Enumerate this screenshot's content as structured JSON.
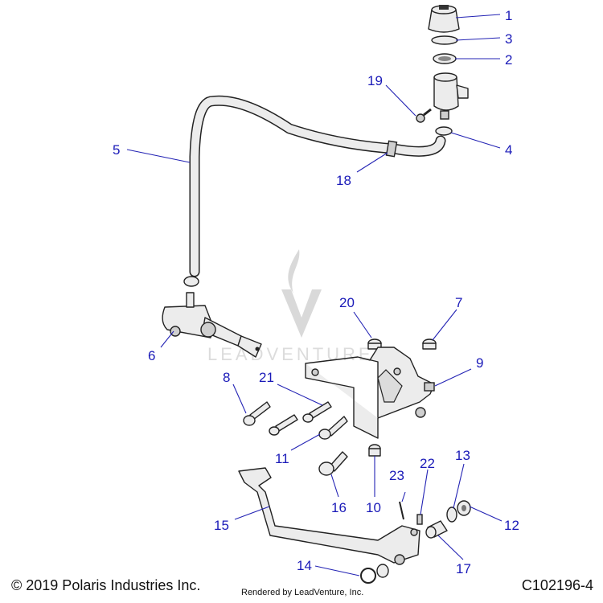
{
  "footer": {
    "copyright": "© 2019 Polaris Industries Inc.",
    "rendered": "Rendered by LeadVenture, Inc.",
    "diagram_code": "C102196-4"
  },
  "watermark": {
    "text": "LEADVENTURE"
  },
  "callouts": [
    {
      "id": "c1",
      "label": "1"
    },
    {
      "id": "c2",
      "label": "2"
    },
    {
      "id": "c3",
      "label": "3"
    },
    {
      "id": "c4",
      "label": "4"
    },
    {
      "id": "c5",
      "label": "5"
    },
    {
      "id": "c6",
      "label": "6"
    },
    {
      "id": "c7",
      "label": "7"
    },
    {
      "id": "c8",
      "label": "8"
    },
    {
      "id": "c9",
      "label": "9"
    },
    {
      "id": "c10",
      "label": "10"
    },
    {
      "id": "c11",
      "label": "11"
    },
    {
      "id": "c12",
      "label": "12"
    },
    {
      "id": "c13",
      "label": "13"
    },
    {
      "id": "c14",
      "label": "14"
    },
    {
      "id": "c15",
      "label": "15"
    },
    {
      "id": "c16",
      "label": "16"
    },
    {
      "id": "c17",
      "label": "17"
    },
    {
      "id": "c18",
      "label": "18"
    },
    {
      "id": "c19",
      "label": "19"
    },
    {
      "id": "c20",
      "label": "20"
    },
    {
      "id": "c21",
      "label": "21"
    },
    {
      "id": "c22",
      "label": "22"
    },
    {
      "id": "c23",
      "label": "23"
    }
  ]
}
